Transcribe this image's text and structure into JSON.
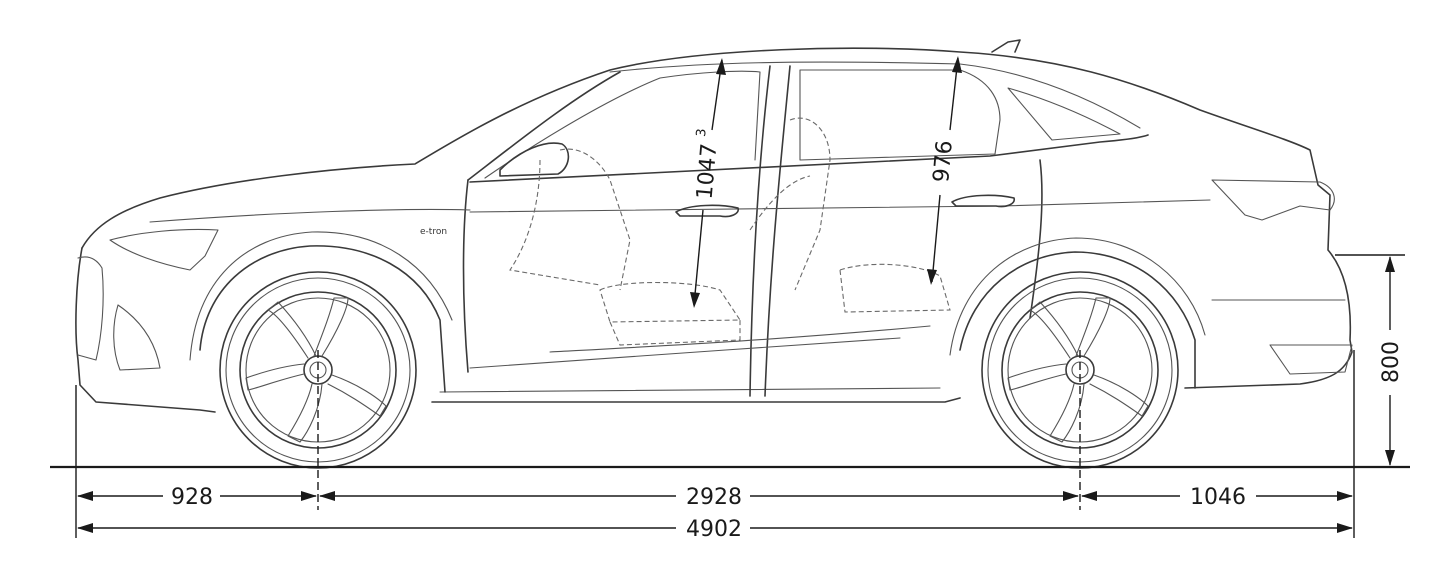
{
  "dimensions": {
    "front_overhang": "928",
    "wheelbase": "2928",
    "rear_overhang": "1046",
    "overall_length": "4902",
    "rear_height": "800",
    "front_headroom": "1047",
    "front_headroom_footnote": "3",
    "rear_headroom": "976"
  },
  "badge": {
    "text": "e-tron"
  }
}
